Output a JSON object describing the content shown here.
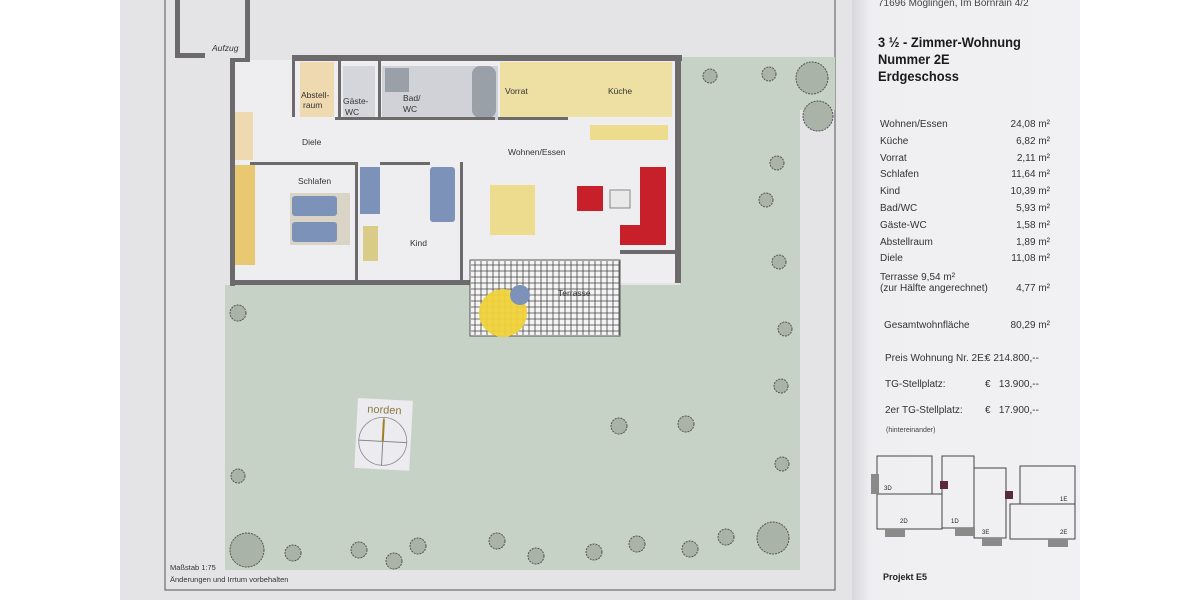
{
  "plan": {
    "labels": {
      "aufzug": "Aufzug",
      "abstell": "Abstell-",
      "abstell2": "raum",
      "gaeste": "Gäste-",
      "gaeste2": "WC",
      "bad": "Bad/",
      "bad2": "WC",
      "vorrat": "Vorrat",
      "kueche": "Küche",
      "diele": "Diele",
      "wohnen": "Wohnen/Essen",
      "schlafen": "Schlafen",
      "kind": "Kind",
      "terrasse": "Terrasse",
      "norden": "norden"
    },
    "scale": "Maßstab 1:75",
    "disclaimer": "Änderungen und Irrtum vorbehalten",
    "colors": {
      "garden": "#c7d2c6",
      "wall": "#6d6a6c",
      "sofa": "#c8202a",
      "furniture_blue": "#7d92b8",
      "kitchen": "#eedc8e"
    }
  },
  "info": {
    "address": "71696 Möglingen, Im Bornrain 4/2",
    "title1": "3 ½ - Zimmer-Wohnung",
    "title2": "Nummer 2E",
    "title3": "Erdgeschoss",
    "areas": [
      {
        "name": "Wohnen/Essen",
        "value": "24,08 m²"
      },
      {
        "name": "Küche",
        "value": "6,82 m²"
      },
      {
        "name": "Vorrat",
        "value": "2,11 m²"
      },
      {
        "name": "Schlafen",
        "value": "11,64 m²"
      },
      {
        "name": "Kind",
        "value": "10,39 m²"
      },
      {
        "name": "Bad/WC",
        "value": "5,93 m²"
      },
      {
        "name": "Gäste-WC",
        "value": "1,58 m²"
      },
      {
        "name": "Abstellraum",
        "value": "1,89 m²"
      },
      {
        "name": "Diele",
        "value": "11,08 m²"
      }
    ],
    "terrace_line1": "Terrasse 9,54 m²",
    "terrace_line2": "(zur Hälfte angerechnet)",
    "terrace_value": "4,77 m²",
    "total_label": "Gesamtwohnfläche",
    "total_value": "80,29 m²",
    "prices": [
      {
        "name": "Preis Wohnung Nr. 2E:",
        "value": "€ 214.800,--"
      },
      {
        "name": "TG-Stellplatz:",
        "value": "€   13.900,--"
      },
      {
        "name": "2er TG-Stellplatz:",
        "value": "€   17.900,--"
      }
    ],
    "price_note": "(hintereinander)",
    "units": [
      "3D",
      "2D",
      "1D",
      "3E",
      "1E",
      "2E"
    ],
    "project": "Projekt E5"
  }
}
